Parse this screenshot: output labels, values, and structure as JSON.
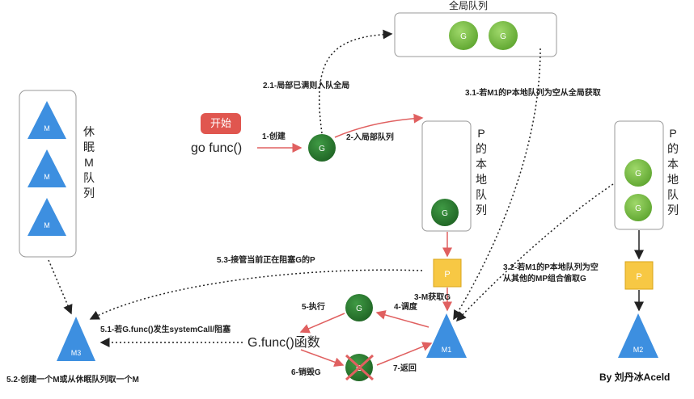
{
  "global_queue": {
    "title": "全局队列",
    "items": [
      "G",
      "G"
    ]
  },
  "sleep_queue": {
    "label_chars": [
      "休",
      "眠",
      "M",
      "队",
      "列"
    ],
    "items": [
      "M",
      "M",
      "M"
    ]
  },
  "start_button": {
    "label": "开始"
  },
  "go_func": "go func()",
  "center_g": "G",
  "p_local_queue": {
    "label_chars": [
      "P",
      "的",
      "本",
      "地",
      "队",
      "列"
    ],
    "items": [
      "G"
    ]
  },
  "right_p_local_queue": {
    "label_chars": [
      "P",
      "的",
      "本",
      "地",
      "队",
      "列"
    ],
    "items": [
      "G",
      "G"
    ]
  },
  "processors": {
    "p1": "P",
    "p2": "P"
  },
  "machines": {
    "m1": "M1",
    "m2": "M2",
    "m3": "M3"
  },
  "g_exec": "G",
  "g_destroyed": "G",
  "g_func_label": "G.func()函数",
  "steps": {
    "s1": "1-创建",
    "s2": "2-入局部队列",
    "s2_1": "2.1-局部已满则入队全局",
    "s3": "3-M获取G",
    "s3_1": "3.1-若M1的P本地队列为空从全局获取",
    "s3_2_line1": "3.2-若M1的P本地队列为空",
    "s3_2_line2": "从其他的MP组合偷取G",
    "s4": "4-调度",
    "s5": "5-执行",
    "s5_1": "5.1-若G.func()发生systemCall/阻塞",
    "s5_2": "5.2-创建一个M或从休眠队列取一个M",
    "s5_3": "5.3-接管当前正在阻塞G的P",
    "s6": "6-销毁G",
    "s7": "7-返回"
  },
  "signature": "By 刘丹冰Aceld",
  "colors": {
    "g_light": "#7ac143",
    "g_dark": "#2e7d32",
    "m_blue": "#3d8fe0",
    "p_yellow": "#f7c844",
    "start_red": "#e0564f",
    "arrow_red": "#e06060",
    "arrow_black": "#222222"
  }
}
